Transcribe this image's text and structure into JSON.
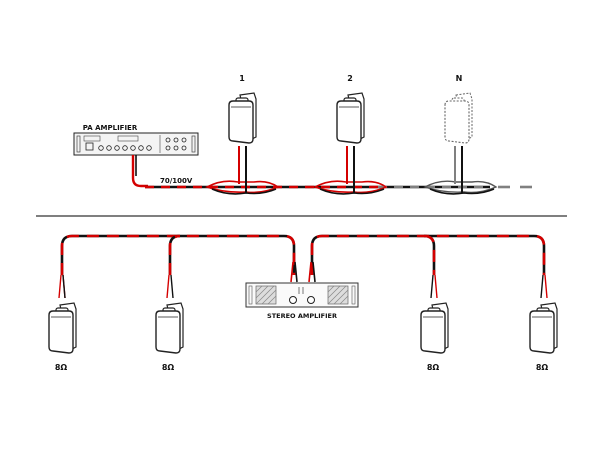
{
  "diagram": {
    "top_section": {
      "title": "100V line system",
      "amplifier_label": "PA AMPLIFIER",
      "line_voltage_label": "70/100V",
      "speakers": [
        {
          "label": "1",
          "state": "solid"
        },
        {
          "label": "2",
          "state": "solid"
        },
        {
          "label": "N",
          "state": "dashed"
        }
      ]
    },
    "bottom_section": {
      "amplifier_label": "STEREO AMPLIFIER",
      "speakers": [
        {
          "label": "8Ω",
          "channel": "left"
        },
        {
          "label": "8Ω",
          "channel": "left"
        },
        {
          "label": "8Ω",
          "channel": "right"
        },
        {
          "label": "8Ω",
          "channel": "right"
        }
      ]
    },
    "colors": {
      "wire_red": "#d40000",
      "wire_black": "#111111",
      "wire_gray": "#808080",
      "outline": "#222222",
      "divider": "#555555"
    }
  }
}
